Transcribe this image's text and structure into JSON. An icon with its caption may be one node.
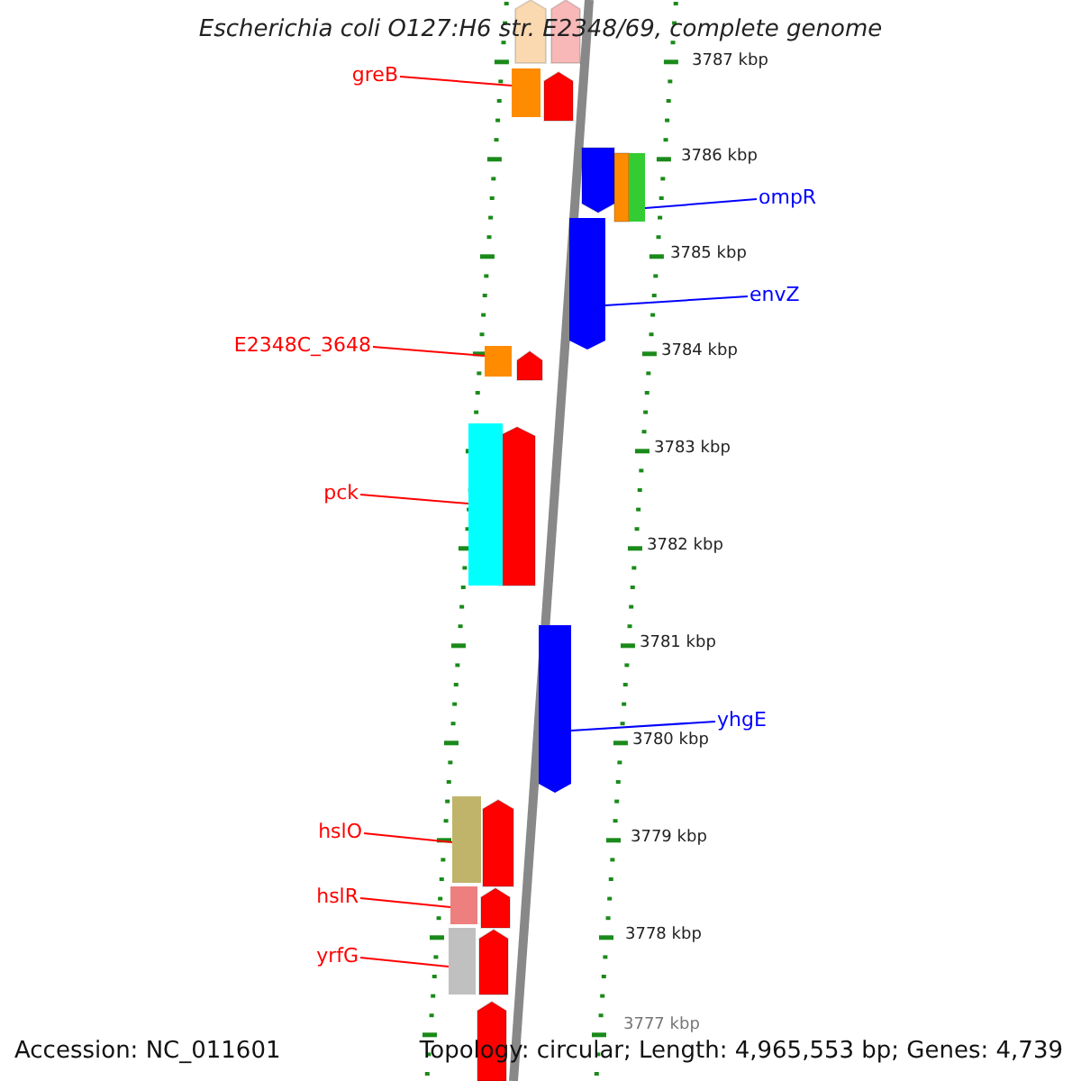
{
  "diagram": {
    "title": "Escherichia coli O127:H6 str. E2348/69, complete genome",
    "nodes": [
      {
        "text": [
          "greB"
        ]
      },
      {
        "text": [],
        "shape": "bar"
      },
      {
        "text": [
          "ompR"
        ]
      },
      {
        "text": [],
        "shape": "bar"
      },
      {
        "text": [
          "envZ"
        ]
      },
      {
        "text": [],
        "shape": "bar"
      },
      {
        "text": [
          "E2348C_3648"
        ]
      },
      {
        "text": [],
        "shape": "bar"
      },
      {
        "text": [
          "pck"
        ]
      },
      {
        "text": [],
        "shape": "bar"
      },
      {
        "text": [
          "yhgE"
        ]
      },
      {
        "text": [],
        "shape": "bar"
      },
      {
        "text": [
          "hslO"
        ]
      },
      {
        "text": [],
        "shape": "bar"
      },
      {
        "text": [
          "hslR"
        ]
      },
      {
        "text": [],
        "shape": "bar"
      },
      {
        "text": [
          "yrfG"
        ]
      },
      {
        "text": [],
        "shape": "bar"
      }
    ],
    "edges": [
      {
        "from": 0,
        "to": 1,
        "arrow": "none"
      },
      {
        "from": 2,
        "to": 3,
        "arrow": "none",
        "color": "#0000ff"
      },
      {
        "from": 4,
        "to": 5,
        "arrow": "none",
        "color": "#0000ff"
      },
      {
        "from": 6,
        "to": 7,
        "arrow": "none"
      },
      {
        "from": 8,
        "to": 9,
        "arrow": "none"
      },
      {
        "from": 10,
        "to": 11,
        "arrow": "none",
        "color": "#0000ff"
      },
      {
        "from": 12,
        "to": 13,
        "arrow": "none"
      },
      {
        "from": 14,
        "to": 15,
        "arrow": "none"
      },
      {
        "from": 16,
        "to": 17,
        "arrow": "none"
      }
    ],
    "labels": [
      "3787 kbp",
      "3786 kbp",
      "3785 kbp",
      "3784 kbp",
      "3783 kbp",
      "3782 kbp",
      "3781 kbp",
      "3780 kbp",
      "3779 kbp",
      "3778 kbp",
      "3777 kbp",
      "Accession: NC_011601",
      "Topology: circular; Length: 4,965,553 bp; Genes: 4,739"
    ]
  }
}
